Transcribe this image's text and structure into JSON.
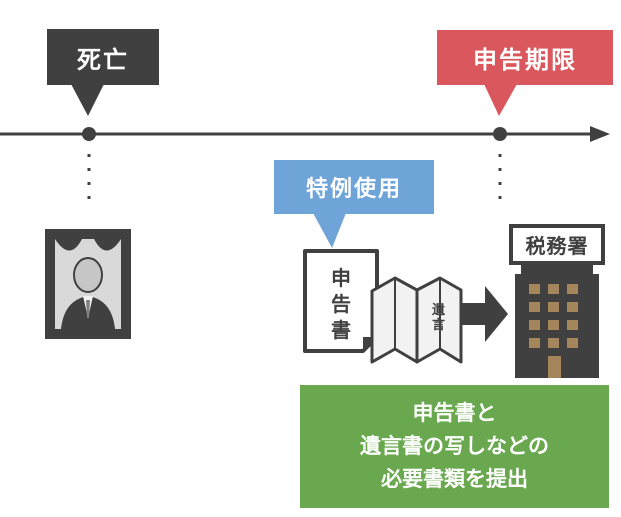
{
  "labels": {
    "death": "死亡",
    "deadline": "申告期限",
    "special_use": "特例使用",
    "tax_office": "税務署",
    "declaration_doc": [
      "申",
      "告",
      "書"
    ],
    "will_doc": "遺言",
    "action": [
      "申告書と",
      "遺言書の写しなどの",
      "必要書類を提出"
    ]
  },
  "colors": {
    "dark": "#404040",
    "deadline_red": "#d9575d",
    "special_blue": "#6fa4d8",
    "action_green": "#6aa84f",
    "building_brown": "#a5855c"
  },
  "icons": [
    "portrait-icon",
    "declaration-document-icon",
    "will-document-icon",
    "arrow-right-icon",
    "tax-office-building-icon"
  ]
}
